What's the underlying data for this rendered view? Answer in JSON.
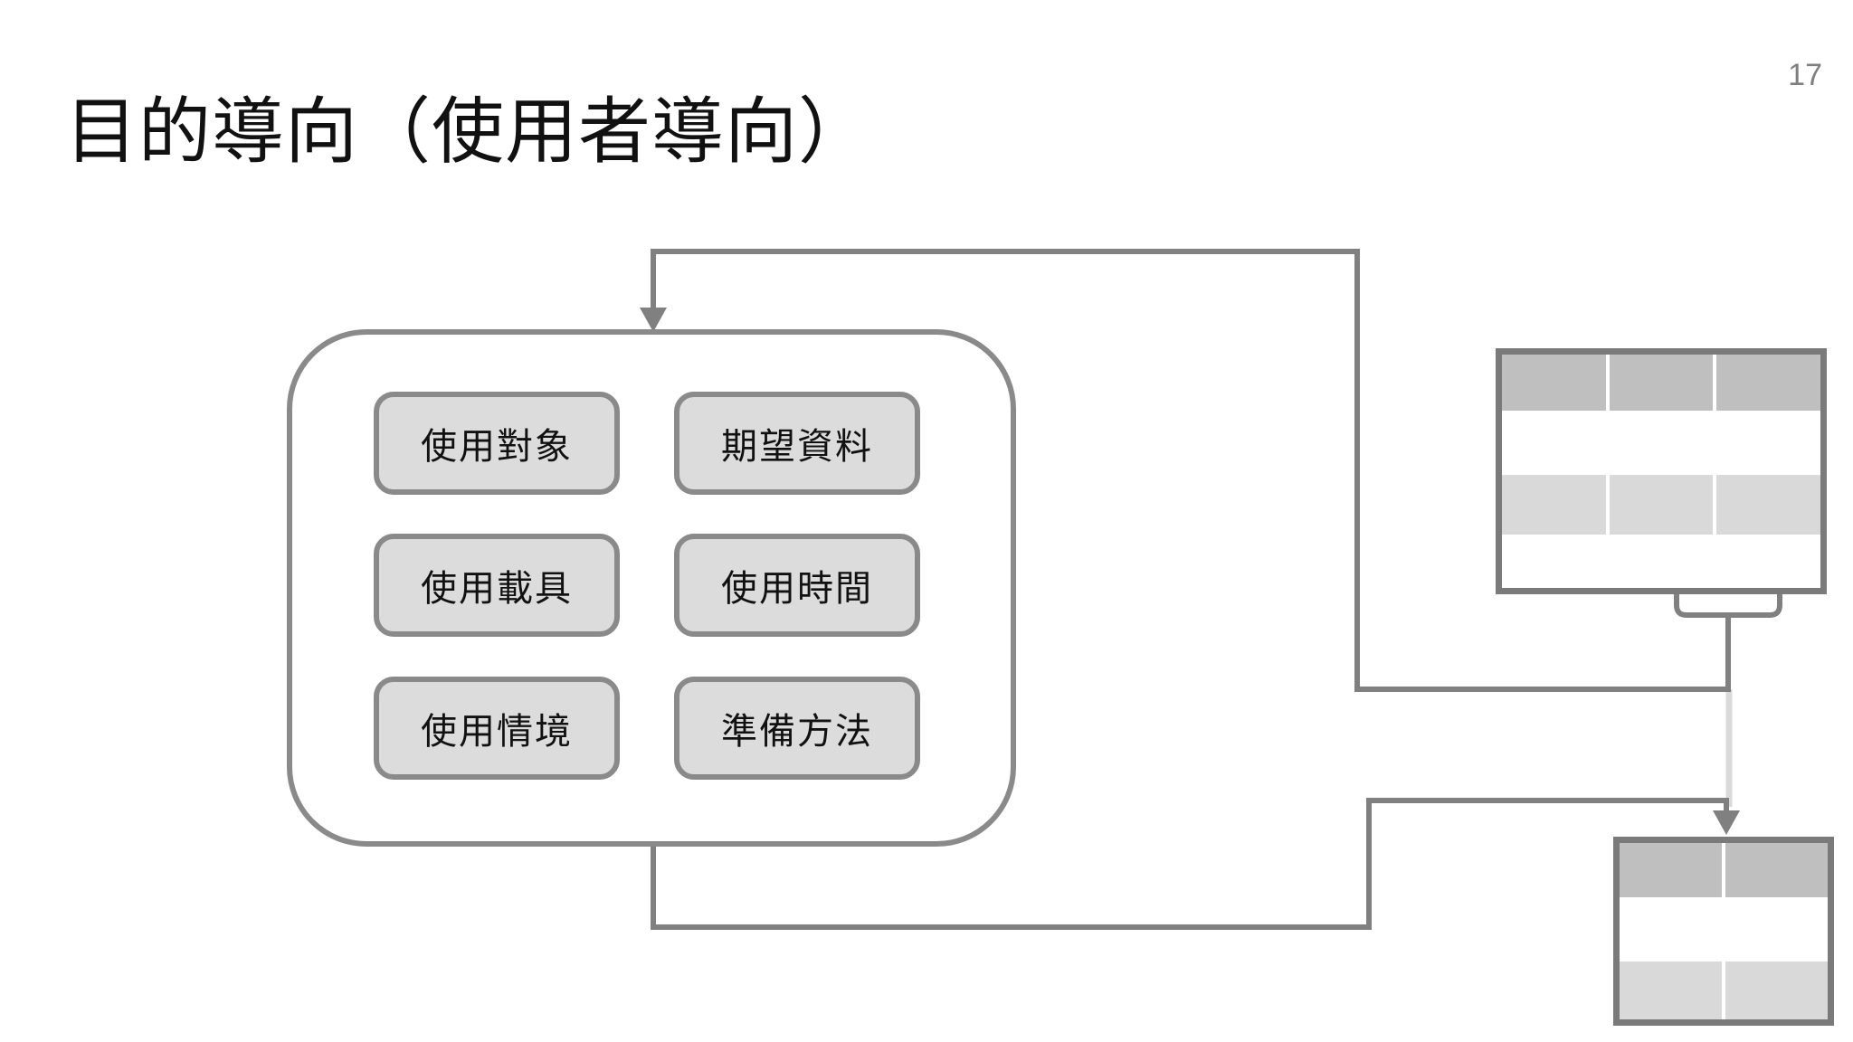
{
  "slide": {
    "title": "目的導向（使用者導向）",
    "page_number": "17"
  },
  "diagram": {
    "container": {
      "shape": "rounded-rectangle",
      "items": [
        "使用對象",
        "期望資料",
        "使用載具",
        "使用時間",
        "使用情境",
        "準備方法"
      ]
    },
    "tables": {
      "top_right": {
        "columns": 3,
        "rows": [
          "header",
          "blank",
          "shaded",
          "blank"
        ]
      },
      "bottom_right": {
        "columns": 2,
        "rows": [
          "header",
          "blank",
          "shaded"
        ]
      }
    },
    "connectors": [
      {
        "name": "top-feedback-arrow",
        "from": "top-right-table-bracket",
        "to": "container-top",
        "style": "solid-gray",
        "arrowhead": "down"
      },
      {
        "name": "bottom-loop-arrow",
        "from": "container-bottom",
        "to": "bottom-right-table-top",
        "style": "solid-gray",
        "arrowhead": "down"
      },
      {
        "name": "light-vertical-connector",
        "from": "top-right-table-bracket",
        "to": "bottom-right-table-top",
        "style": "light-gray"
      }
    ]
  },
  "colors": {
    "title_text": "#111111",
    "page_number": "#7f7f7f",
    "line_gray": "#808080",
    "light_line_gray": "#d9d9d9",
    "shape_border": "#8a8a8a",
    "box_fill": "#dcdcdc",
    "box_text": "#111111",
    "table_border": "#7a7a7a",
    "table_header_fill": "#bfbfbf",
    "table_band_fill": "#d9d9d9",
    "slide_bg": "#ffffff"
  }
}
